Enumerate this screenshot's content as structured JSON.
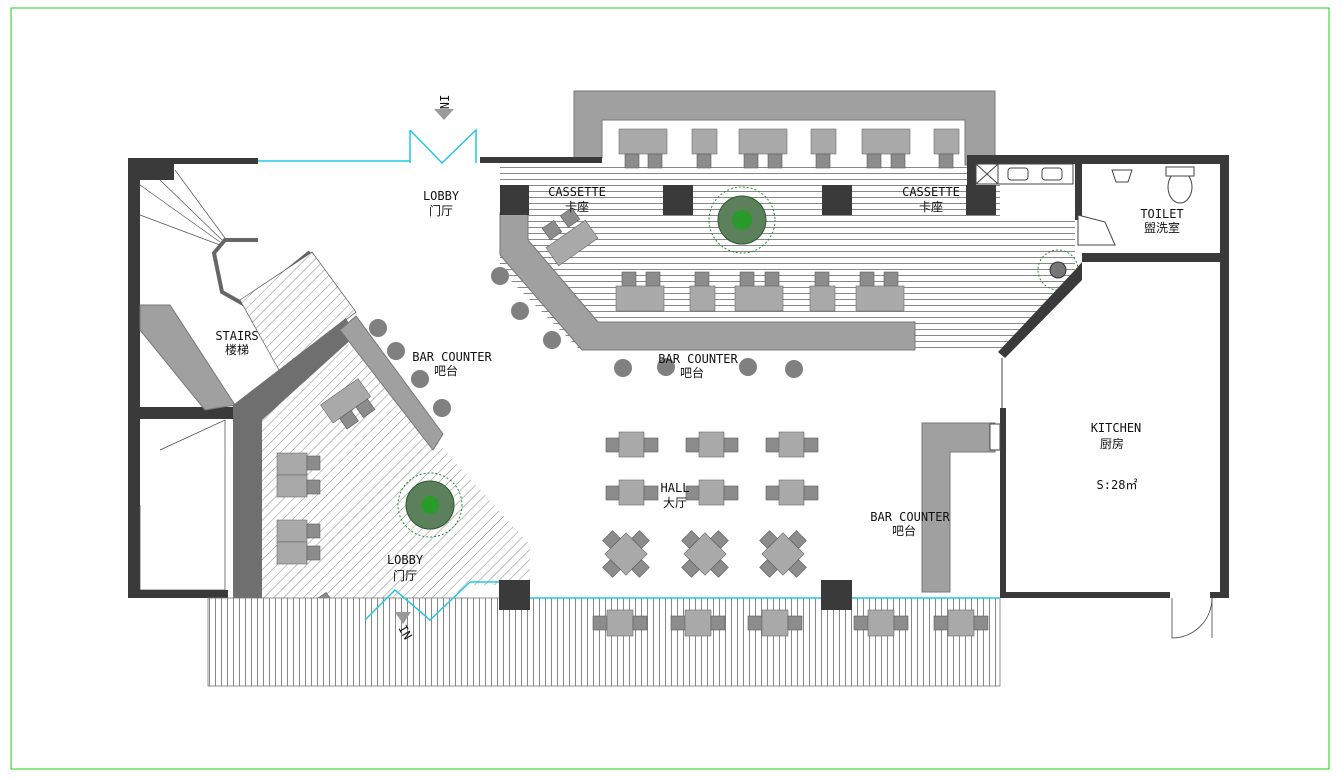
{
  "rooms": {
    "lobby_top": {
      "en": "LOBBY",
      "cn": "门厅"
    },
    "cassette_left": {
      "en": "CASSETTE",
      "cn": "卡座"
    },
    "cassette_right": {
      "en": "CASSETTE",
      "cn": "卡座"
    },
    "toilet": {
      "en": "TOILET",
      "cn": "盥洗室"
    },
    "stairs": {
      "en": "STAIRS",
      "cn": "楼梯"
    },
    "bar_counter_left": {
      "en": "BAR COUNTER",
      "cn": "吧台"
    },
    "bar_counter_center": {
      "en": "BAR COUNTER",
      "cn": "吧台"
    },
    "bar_counter_right": {
      "en": "BAR COUNTER",
      "cn": "吧台"
    },
    "kitchen": {
      "en": "KITCHEN",
      "cn": "厨房",
      "area": "S:28㎡"
    },
    "hall": {
      "en": "HALL",
      "cn": "大厅"
    },
    "lobby_bottom": {
      "en": "LOBBY",
      "cn": "门厅"
    }
  },
  "entrance_marks": {
    "top": "IN",
    "bottom": "IN"
  },
  "colors": {
    "wall": "#3a3a3a",
    "furniture": "#a9a9a9",
    "glass": "#22c8e0",
    "border": "#22cc22",
    "plant": "#1f7a1f"
  },
  "icons": [
    "plant-icon",
    "entry-arrow-icon",
    "toilet-icon",
    "sink-icon",
    "door-swing-icon"
  ]
}
